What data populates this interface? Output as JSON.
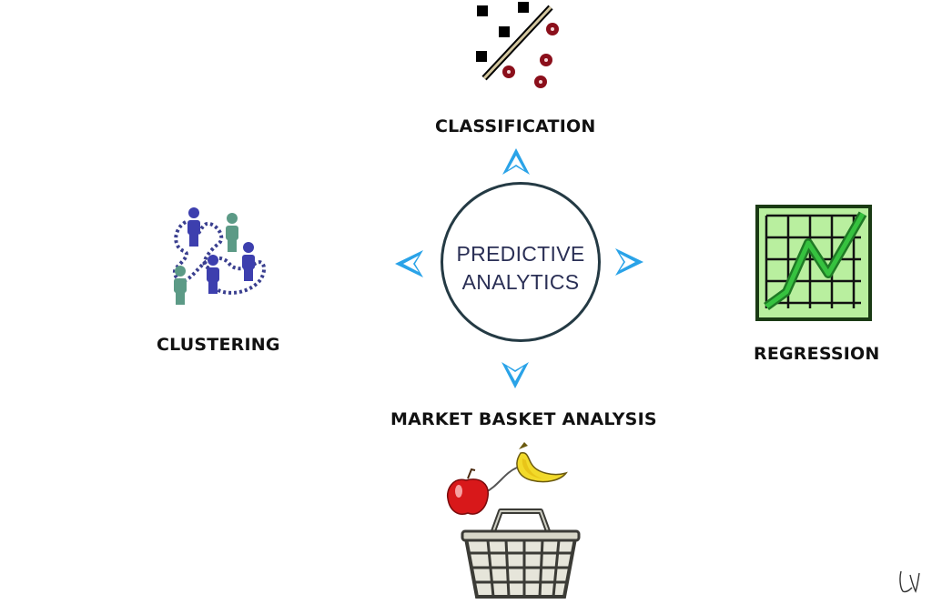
{
  "center": {
    "line1": "PREDICTIVE",
    "line2": "ANALYTICS"
  },
  "labels": {
    "classification": "CLASSIFICATION",
    "clustering": "CLUSTERING",
    "regression": "REGRESSION",
    "market_basket": "MARKET BASKET ANALYSIS"
  },
  "signature": "LN",
  "colors": {
    "arrow": "#2aa3e8",
    "circle_border": "#243a44",
    "center_text": "#2a2f55",
    "person_blue": "#3d3fae",
    "person_teal": "#5c9a86",
    "cluster_dots": "#3a3f8f",
    "regression_green": "#1f9a2f",
    "regression_bg": "#b9ef9f",
    "class_red": "#8b0f1b",
    "apple_red": "#d8181a",
    "banana_yellow": "#f2da2a",
    "basket": "#3b3b36"
  },
  "icons": [
    "classification-icon",
    "clustering-icon",
    "regression-icon",
    "market-basket-icon",
    "arrow-icon"
  ]
}
